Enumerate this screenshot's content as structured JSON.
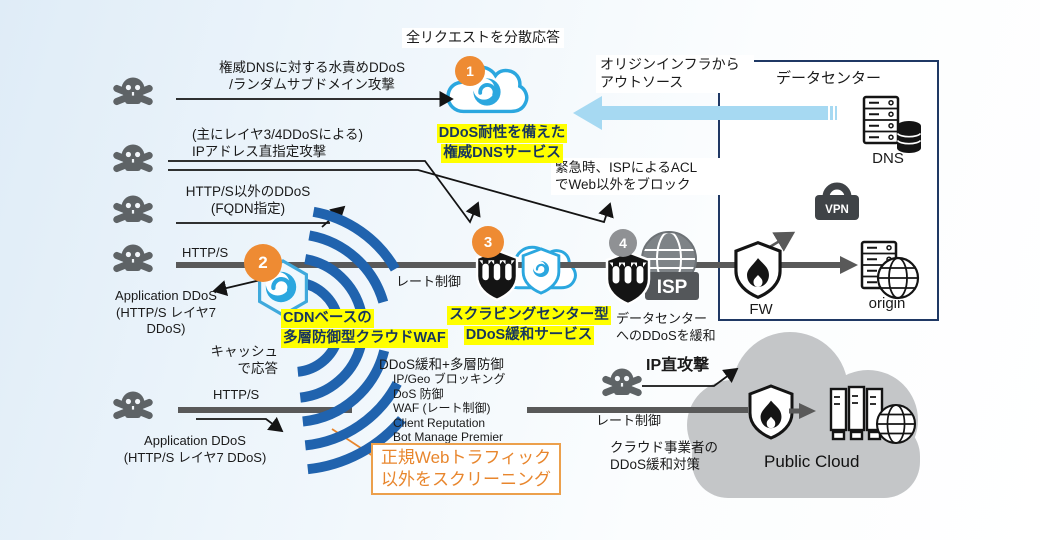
{
  "colors": {
    "accent_orange": "#EE8B33",
    "step4_gray": "#8F9194",
    "highlight_yellow": "#FFFF00",
    "highlight_text_navy": "#17365D",
    "arc_blue": "#2063AE",
    "icon_blue": "#2BA7DF",
    "pipeline_gray": "#595959",
    "datacenter_border_navy": "#1F3864",
    "outsource_arrow_blue": "#A6D9F2",
    "screening_orange": "#E8862D",
    "public_cloud_gray": "#C4C6C8",
    "skull_gray": "#5E6366"
  },
  "top": {
    "distributed_response": "全リクエストを分散応答",
    "outsource_note": "オリジンインフラから\nアウトソース"
  },
  "attacks": {
    "dns_water": "権威DNSに対する水責めDDoS\n/ランダムサブドメイン攻撃",
    "layer34": "(主にレイヤ3/4DDoSによる)\nIPアドレス直指定攻撃",
    "non_http": "HTTP/S以外のDDoS\n(FQDN指定)",
    "https_top": "HTTP/S",
    "app_ddos_top": "Application DDoS\n(HTTP/S レイヤ7\nDDoS)",
    "https_bottom": "HTTP/S",
    "app_ddos_bottom": "Application DDoS\n(HTTP/S レイヤ7 DDoS)",
    "ip_direct": "IP直攻撃"
  },
  "emergency_note": "緊急時、ISPによるACL\nでWeb以外をブロック",
  "steps": {
    "one": {
      "num": "1",
      "line1": "DDoS耐性を備えた",
      "line2": "権威DNSサービス"
    },
    "two": {
      "num": "2",
      "line1": "CDNベースの",
      "line2": "多層防御型クラウドWAF"
    },
    "three": {
      "num": "3",
      "line1": "スクラビングセンター型",
      "line2": "DDoS緩和サービス"
    },
    "four": {
      "num": "4",
      "note": "データセンター\nへのDDoSを緩和"
    }
  },
  "cdn": {
    "cache_note": "キャッシュ\nで応答",
    "rate_control": "レート制御",
    "mitigation_title": "DDoS緩和+多層防御",
    "features": "IP/Geo ブロッキング\nDoS 防御\nWAF (レート制御)\nClient Reputation\nBot Manage Premier",
    "screening_note": "正規Webトラフィック\n以外をスクリーニング"
  },
  "datacenter": {
    "title": "データセンター",
    "dns": "DNS",
    "vpn": "VPN",
    "fw": "FW",
    "origin": "origin"
  },
  "isp": {
    "label": "ISP"
  },
  "public_cloud": {
    "rate_control": "レート制御",
    "provider_note": "クラウド事業者の\nDDoS緩和対策",
    "label": "Public Cloud"
  }
}
